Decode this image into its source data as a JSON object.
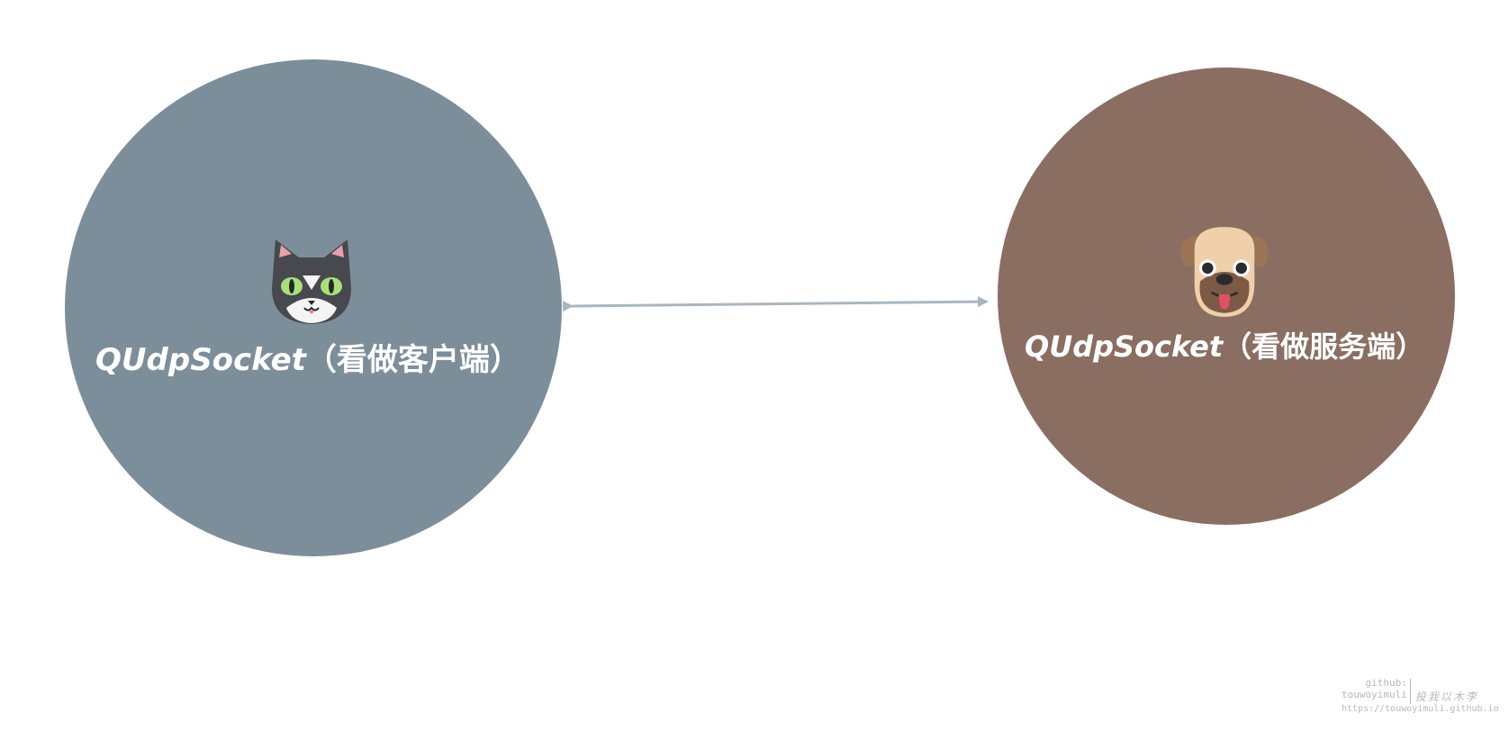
{
  "nodes": {
    "client": {
      "label_latin": "QUdpSocket",
      "label_cjk": "（看做客户端）",
      "fill": "#7c8e9a",
      "icon": "cat-face-icon"
    },
    "server": {
      "label_latin": "QUdpSocket",
      "label_cjk": "（看做服务端）",
      "fill": "#8a6e62",
      "icon": "dog-face-icon"
    }
  },
  "connector": {
    "type": "bidirectional-arrow",
    "color": "#a9b6c0"
  },
  "watermark": {
    "line1": "github:",
    "line2": "touwoyimuli",
    "brand": "投我以木李",
    "url": "https://touwoyimuli.github.io"
  }
}
